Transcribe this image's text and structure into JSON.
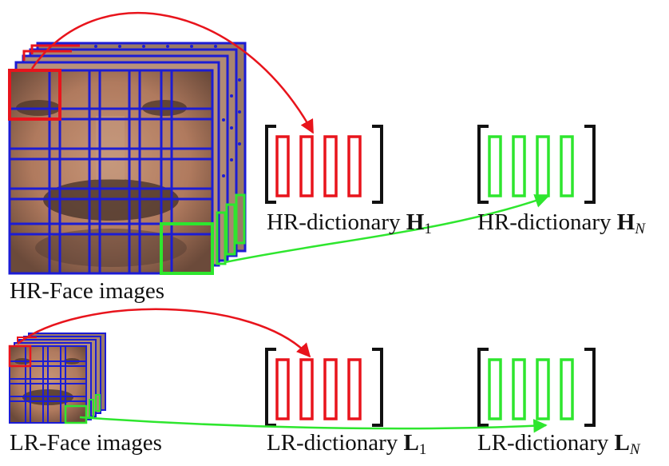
{
  "labels": {
    "hr_face": "HR-Face images",
    "lr_face": "LR-Face images",
    "hr_dict_1": {
      "text": "HR-dictionary ",
      "symbol": "H",
      "subscript": "1"
    },
    "hr_dict_n": {
      "text": "HR-dictionary ",
      "symbol": "H",
      "subscript": "N"
    },
    "lr_dict_1": {
      "text": "LR-dictionary ",
      "symbol": "L",
      "subscript": "1"
    },
    "lr_dict_n": {
      "text": "LR-dictionary ",
      "symbol": "L",
      "subscript": "N"
    }
  },
  "colors": {
    "first_patch": "#e8141c",
    "last_patch": "#2ee62e",
    "grid": "#1c1cd4",
    "bracket": "#111111",
    "text": "#111111"
  }
}
